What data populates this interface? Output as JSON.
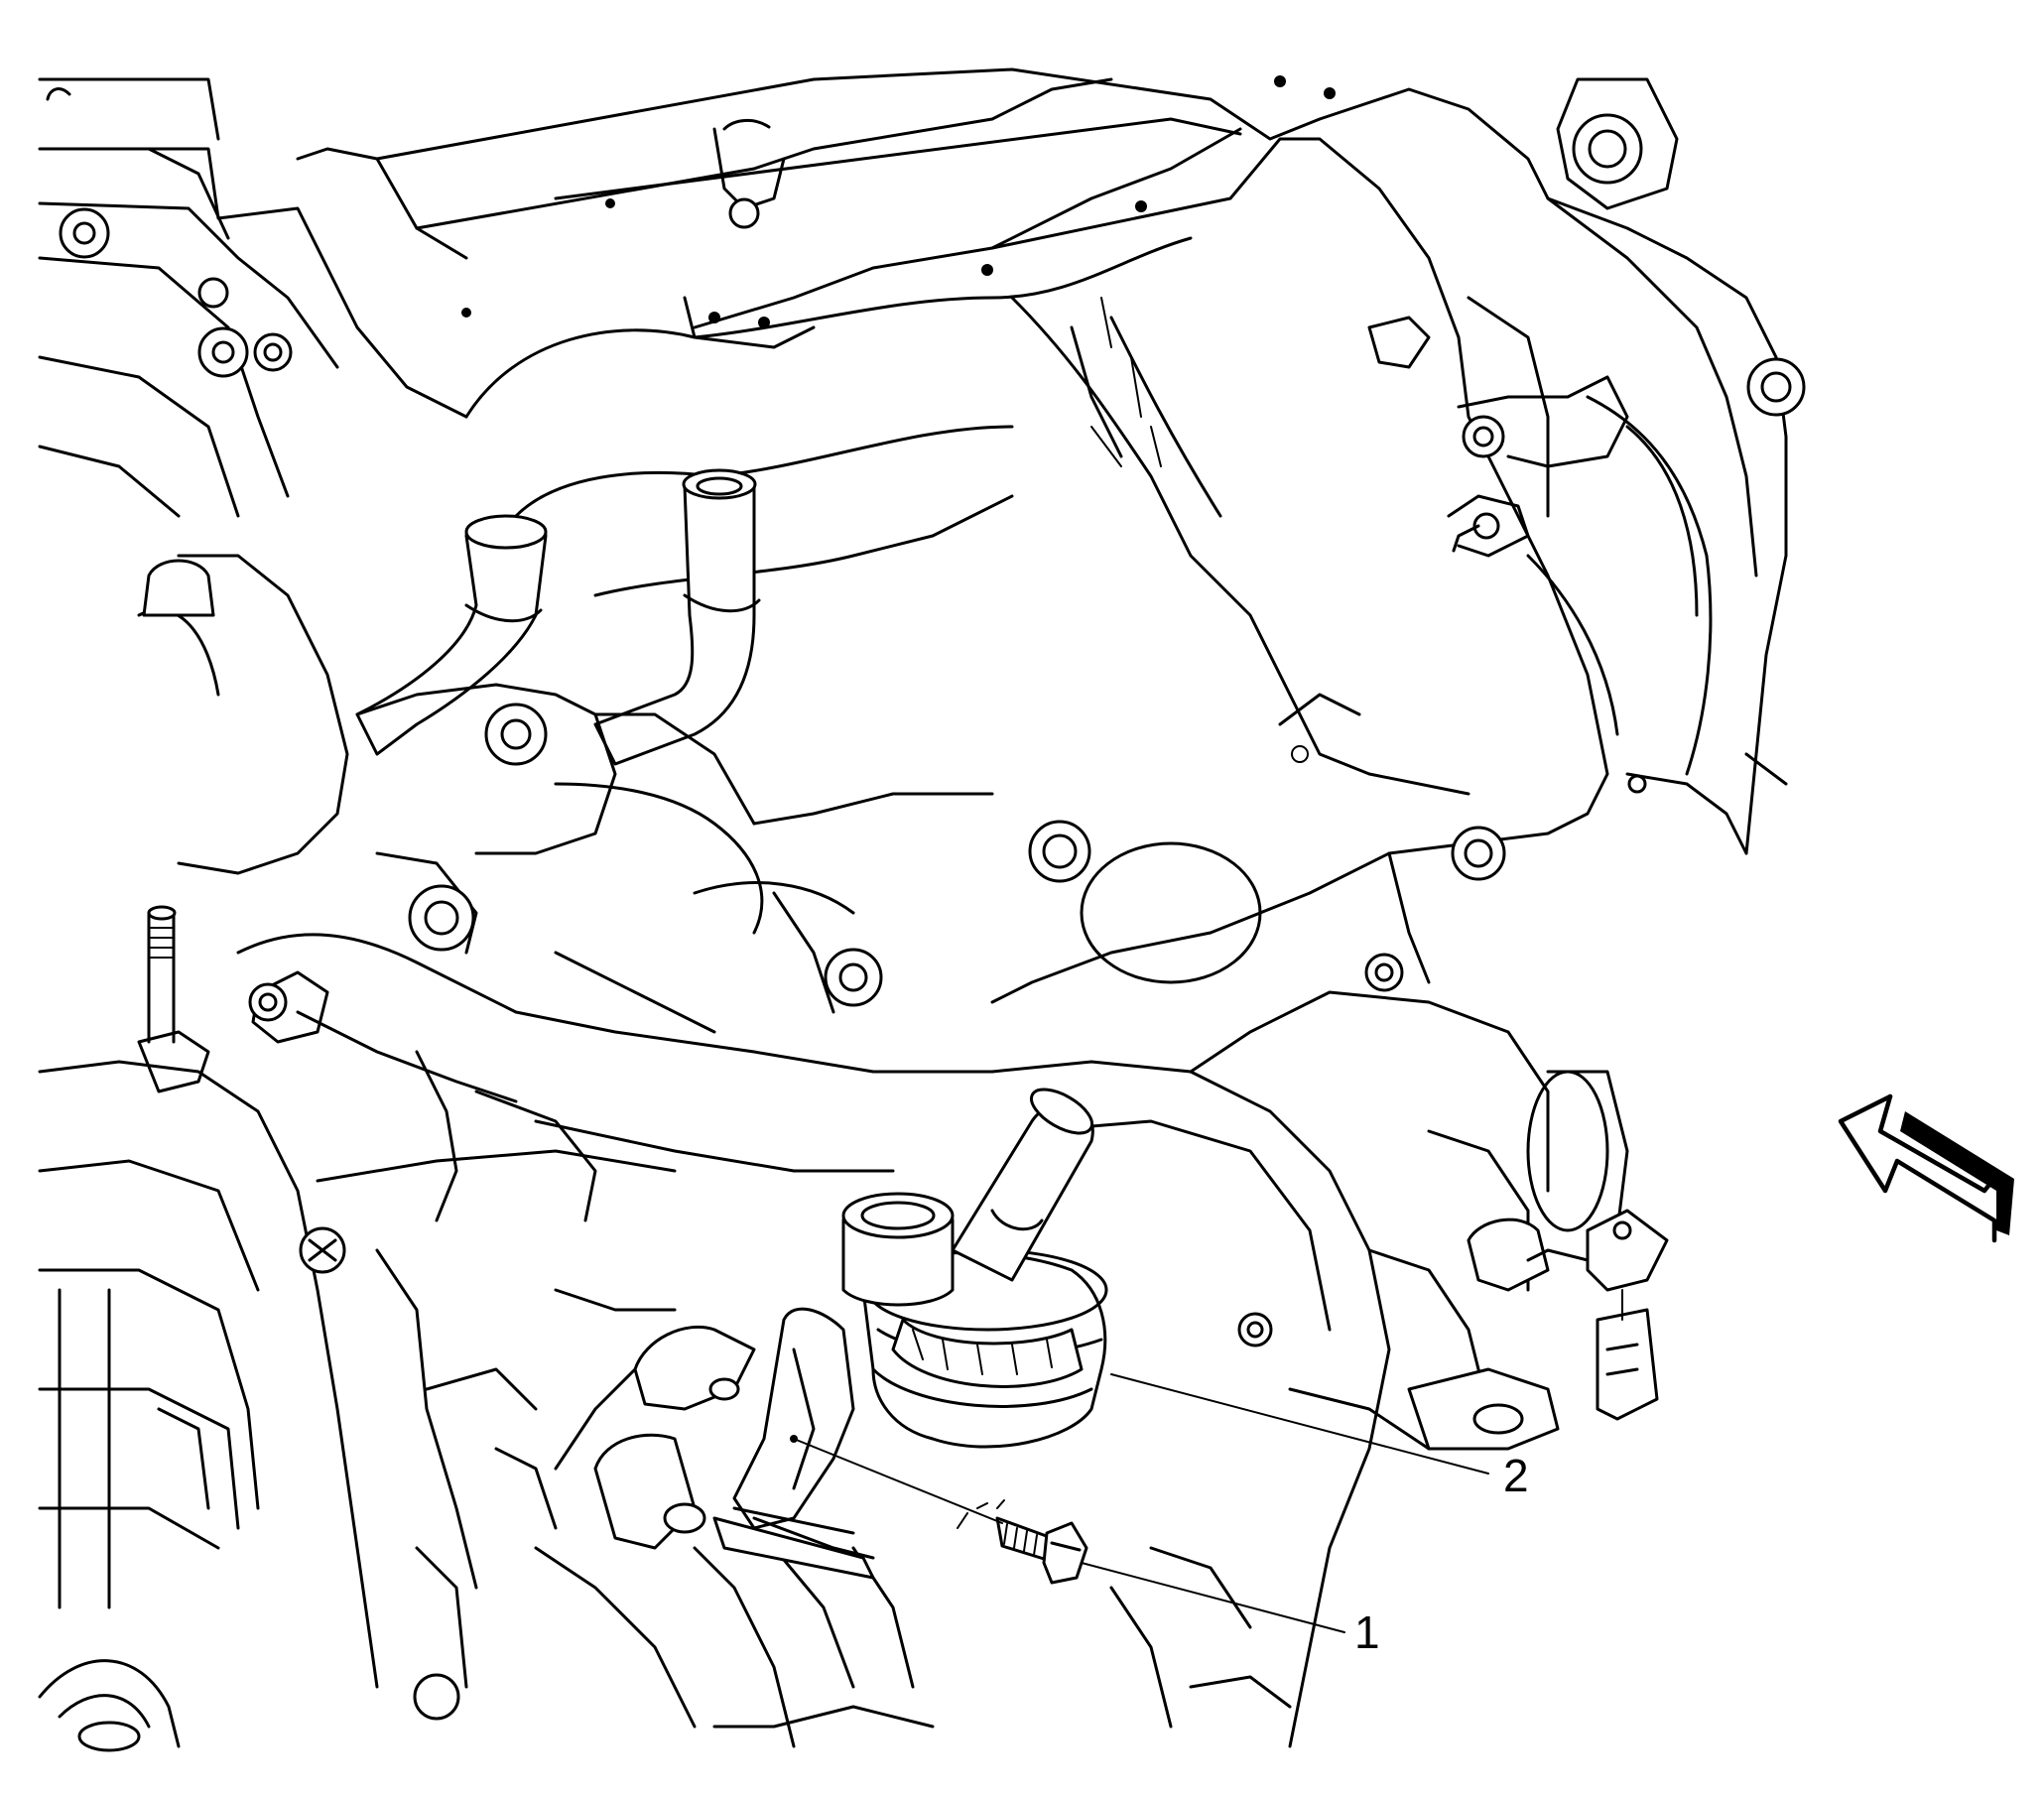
{
  "callouts": [
    {
      "id": 1,
      "label": "1"
    },
    {
      "id": 2,
      "label": "2"
    }
  ],
  "view_arrow": {
    "icon": "view-direction-arrow-icon"
  },
  "colors": {
    "line": "#000000",
    "background": "#ffffff"
  }
}
